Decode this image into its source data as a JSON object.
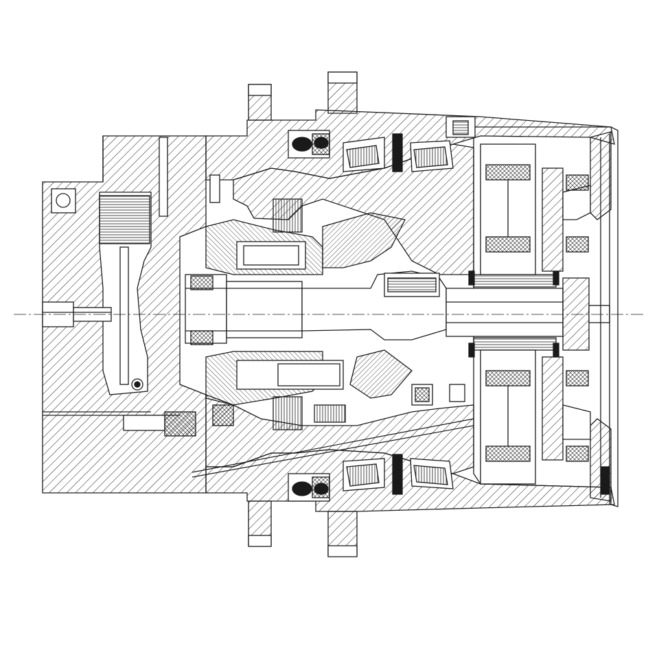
{
  "drawing": {
    "kind": "engineering cross-section line drawing",
    "text_labels": [],
    "colors": {
      "background": "#ffffff",
      "ink": "#1a1a1a"
    },
    "components": [
      "hydraulic-motor-housing",
      "planetary-gearbox-housing",
      "input-shaft",
      "output-shaft",
      "upper-taper-roller-bearings",
      "lower-taper-roller-bearings",
      "mounting-flanges",
      "brake-disc-pack",
      "swashplate",
      "cylinder-block",
      "pistons",
      "planet-gears",
      "needle-bearings",
      "face-seals",
      "end-cover",
      "ports"
    ]
  }
}
